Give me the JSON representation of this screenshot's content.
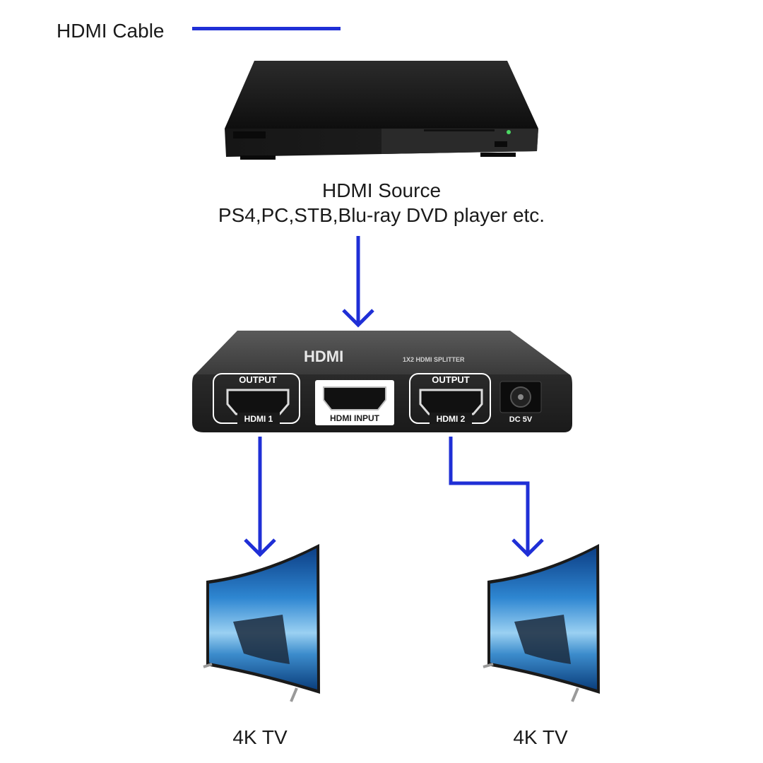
{
  "legend": {
    "label": "HDMI Cable",
    "color": "#1f2fd6"
  },
  "source": {
    "title": "HDMI Source",
    "subtitle": "PS4,PC,STB,Blu-ray DVD player etc.",
    "device_icon": "dvd-player-icon"
  },
  "splitter": {
    "device_icon": "hdmi-splitter-icon",
    "brand": "HDMI",
    "model": "1X2 HDMI SPLITTER",
    "ports": {
      "output1_top": "OUTPUT",
      "output1_bottom": "HDMI 1",
      "input": "HDMI INPUT",
      "output2_top": "OUTPUT",
      "output2_bottom": "HDMI 2",
      "power": "DC 5V"
    }
  },
  "displays": [
    {
      "label": "4K TV",
      "icon": "curved-tv-icon"
    },
    {
      "label": "4K TV",
      "icon": "curved-tv-icon"
    }
  ]
}
